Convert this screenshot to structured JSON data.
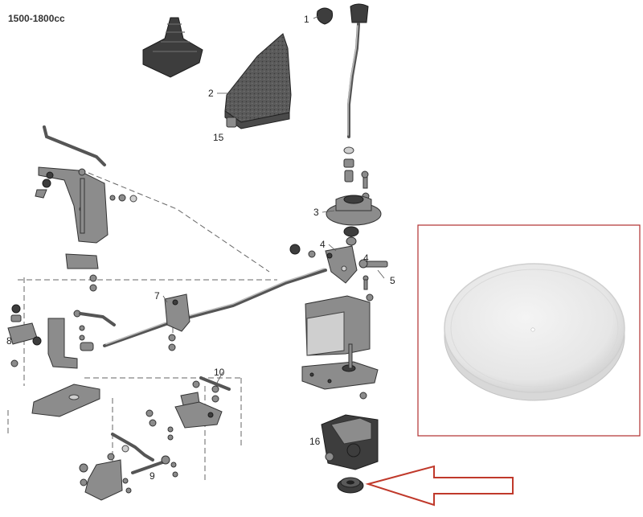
{
  "diagram": {
    "title": "1500-1800cc",
    "callouts": [
      {
        "id": "1",
        "text": "1"
      },
      {
        "id": "2",
        "text": "2"
      },
      {
        "id": "3",
        "text": "3"
      },
      {
        "id": "4a",
        "text": "4"
      },
      {
        "id": "4b",
        "text": "4"
      },
      {
        "id": "5",
        "text": "5"
      },
      {
        "id": "7",
        "text": "7"
      },
      {
        "id": "8",
        "text": "8"
      },
      {
        "id": "9",
        "text": "9"
      },
      {
        "id": "10",
        "text": "10"
      },
      {
        "id": "15",
        "text": "15"
      },
      {
        "id": "16",
        "text": "16"
      }
    ],
    "highlight_color": "#c0392b",
    "inset_border_color": "#b03030",
    "inset_disc_color": "#ececec"
  }
}
